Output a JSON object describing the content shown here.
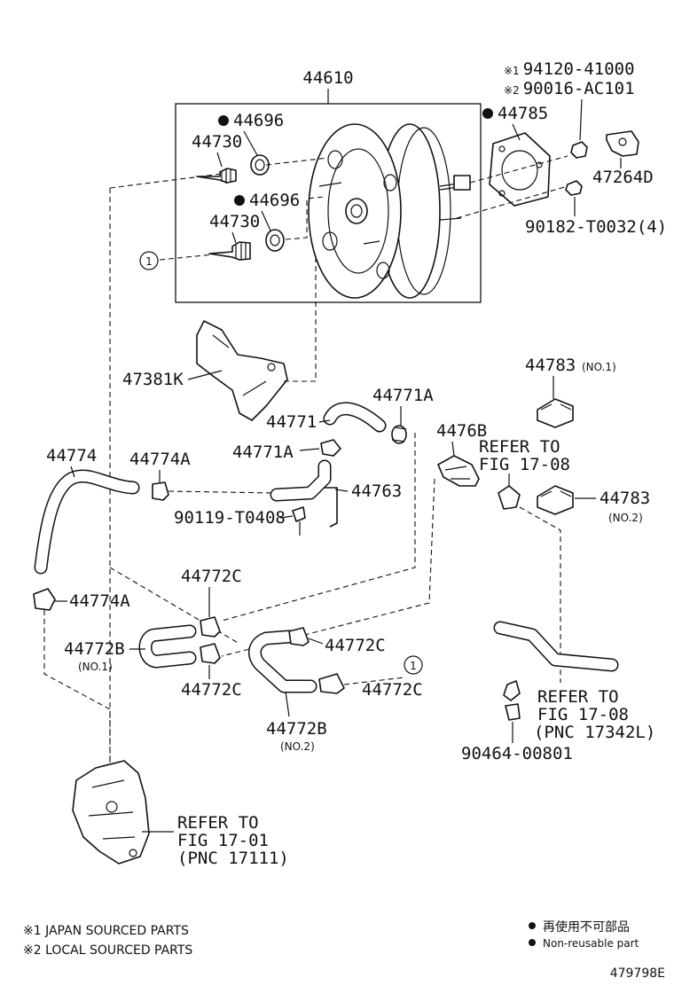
{
  "labels": {
    "booster": "44610",
    "grommet_top_dot": "●",
    "grommet_top": "44696",
    "check_valve_top": "44730",
    "grommet_mid_dot": "●",
    "grommet_mid": "44696",
    "check_valve_mid": "44730",
    "gasket_dot": "●",
    "gasket": "44785",
    "note_ref1_mark": "※1",
    "note_ref1_part": "94120-41000",
    "note_ref2_mark": "※2",
    "note_ref2_part": "90016-AC101",
    "bracket_right": "47264D",
    "nut": "90182-T0032(4)",
    "bracket_left": "47381K",
    "bracket_right_clip": "44783",
    "bracket_right_clip_note": "(NO.1)",
    "clip_a": "44771A",
    "hose_44771": "44771",
    "clip_a2": "44771A",
    "union": "4476B",
    "refer_1708_line1": "REFER TO",
    "refer_1708_line2": "FIG 17-08",
    "hose_44774": "44774",
    "clip_44774a": "44774A",
    "pipe_44763": "44763",
    "clip_no2": "44783",
    "clip_no2_note": "(NO.2)",
    "bolt": "90119-T0408",
    "clip_44772c_top": "44772C",
    "clip_44774a_low": "44774A",
    "hose_44772b_no1": "44772B",
    "hose_44772b_no1_note": "(NO.1)",
    "clip_44772c_right": "44772C",
    "clip_44772c_bottom": "44772C",
    "clip_44772c_low_right": "44772C",
    "hose_44772b_no2": "44772B",
    "hose_44772b_no2_note": "(NO.2)",
    "refer_17342_line1": "REFER TO",
    "refer_17342_line2": "FIG 17-08",
    "refer_17342_line3": "(PNC 17342L)",
    "clamp": "90464-00801",
    "refer_17111_line1": "REFER TO",
    "refer_17111_line2": "FIG 17-01",
    "refer_17111_line3": "(PNC 17111)",
    "circle_ref": "1"
  },
  "footnotes": {
    "japan": "※1 JAPAN SOURCED PARTS",
    "local": "※2 LOCAL SOURCED PARTS",
    "nonreuse_jp": "再使用不可部品",
    "nonreuse_en": "Non-reusable part"
  },
  "figure_id": "479798E"
}
